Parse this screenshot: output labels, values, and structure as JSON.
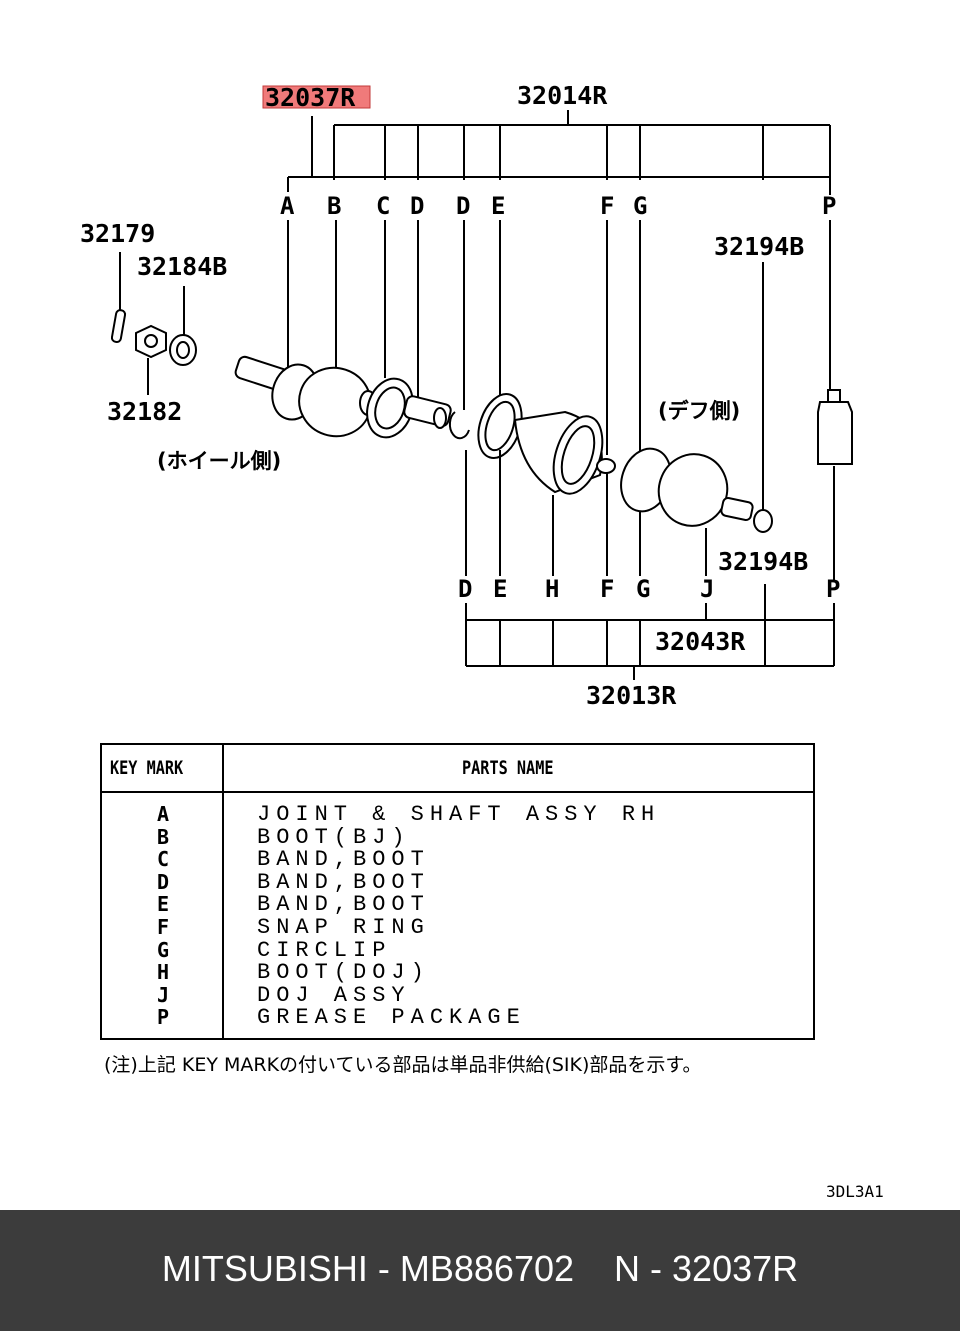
{
  "diagram": {
    "highlight_part": "32037R",
    "highlight_color": "#f07a7a",
    "part_numbers": {
      "upper_assembly": "32014R",
      "spring_pin": "32179",
      "washer": "32184B",
      "nut": "32182",
      "clip_top": "32194B",
      "clip_bottom": "32194B",
      "doj_assembly": "32043R",
      "lower_assembly": "32013R"
    },
    "top_keys": [
      "A",
      "B",
      "C",
      "D",
      "D",
      "E",
      "F",
      "G",
      "P"
    ],
    "bottom_keys": [
      "D",
      "E",
      "H",
      "F",
      "G",
      "J",
      "P"
    ],
    "wheel_side_label": "(ホイール側)",
    "diff_side_label": "(デフ側)"
  },
  "table": {
    "header_key": "KEY MARK",
    "header_name": "PARTS NAME",
    "rows": [
      {
        "key": "A",
        "name": "JOINT & SHAFT ASSY RH"
      },
      {
        "key": "B",
        "name": "BOOT(BJ)"
      },
      {
        "key": "C",
        "name": "BAND,BOOT"
      },
      {
        "key": "D",
        "name": "BAND,BOOT"
      },
      {
        "key": "E",
        "name": "BAND,BOOT"
      },
      {
        "key": "F",
        "name": "SNAP RING"
      },
      {
        "key": "G",
        "name": "CIRCLIP"
      },
      {
        "key": "H",
        "name": "BOOT(DOJ)"
      },
      {
        "key": "J",
        "name": "DOJ ASSY"
      },
      {
        "key": "P",
        "name": "GREASE PACKAGE"
      }
    ]
  },
  "note": "(注)上記 KEY MARKの付いている部品は単品非供給(SIK)部品を示す。",
  "diagram_code": "3DL3A1",
  "footer": {
    "brand": "MITSUBISHI",
    "part_number": "MB886702",
    "ref": "N - 32037R",
    "background": "#3c3c3c"
  }
}
